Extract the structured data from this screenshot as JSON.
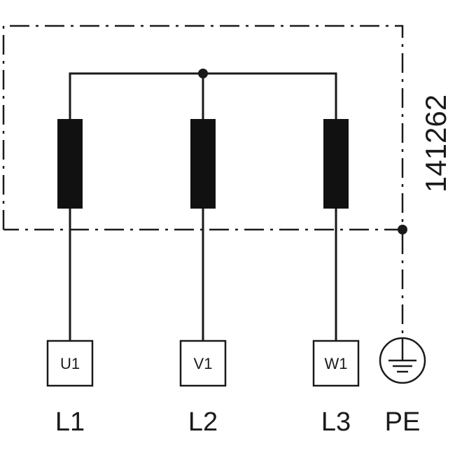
{
  "diagram": {
    "document_number": "141262",
    "terminals": [
      {
        "terminal_label": "U1",
        "line_label": "L1"
      },
      {
        "terminal_label": "V1",
        "line_label": "L2"
      },
      {
        "terminal_label": "W1",
        "line_label": "L3"
      }
    ],
    "earth": {
      "line_label": "PE",
      "icon": "protective-earth-icon"
    },
    "colors": {
      "stroke": "#1a1a1a",
      "winding_fill": "#111111",
      "background": "#ffffff"
    }
  }
}
